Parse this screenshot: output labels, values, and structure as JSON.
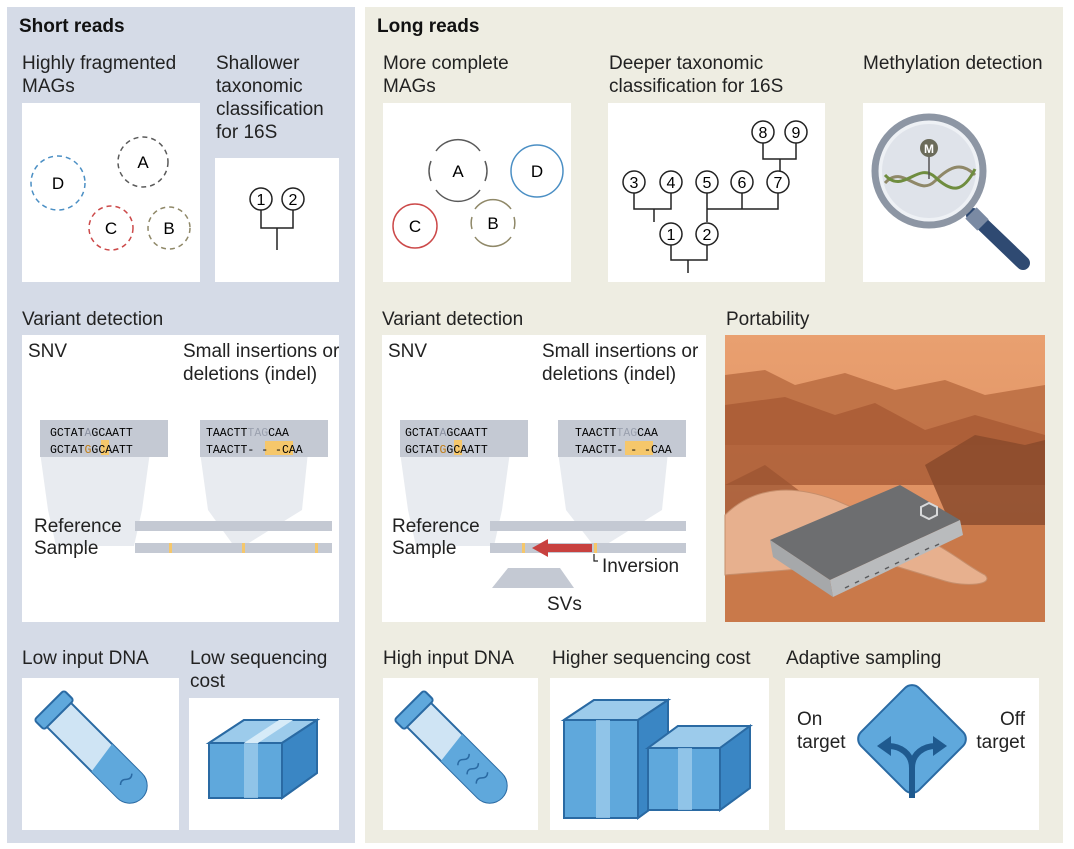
{
  "short": {
    "title": "Short reads",
    "mags_label": "Highly fragmented MAGs",
    "taxonomy_label": "Shallower taxonomic classification for 16S",
    "variant_label": "Variant detection",
    "snv_label": "SNV",
    "indel_label": "Small insertions or deletions (indel)",
    "reference_label": "Reference",
    "sample_label": "Sample",
    "low_input_label": "Low input DNA",
    "low_cost_label": "Low sequencing cost"
  },
  "long": {
    "title": "Long reads",
    "mags_label": "More complete MAGs",
    "taxonomy_label": "Deeper taxonomic classification for 16S",
    "methylation_label": "Methylation detection",
    "variant_label": "Variant detection",
    "portability_label": "Portability",
    "snv_label": "SNV",
    "indel_label": "Small insertions or deletions (indel)",
    "reference_label": "Reference",
    "sample_label": "Sample",
    "inversion_label": "Inversion",
    "svs_label": "SVs",
    "high_input_label": "High input DNA",
    "high_cost_label": "Higher sequencing cost",
    "adaptive_label": "Adaptive sampling",
    "on_target_label": "On target",
    "off_target_label": "Off target"
  },
  "mags": {
    "a": "A",
    "b": "B",
    "c": "C",
    "d": "D"
  },
  "tree_nodes": {
    "n1": "1",
    "n2": "2",
    "n3": "3",
    "n4": "4",
    "n5": "5",
    "n6": "6",
    "n7": "7",
    "n8": "8",
    "n9": "9"
  },
  "methyl_marker": "M",
  "seq": {
    "snv_ref_a": "GCTAT",
    "snv_ref_b": "A",
    "snv_ref_c": "GCAATT",
    "snv_smp_a": "GCTAT",
    "snv_smp_b": "G",
    "snv_smp_c": "GCAATT",
    "ind_ref_a": "TAACTT",
    "ind_ref_b": "TAG",
    "ind_ref_c": "CAA",
    "ind_smp_a": "TAACTT",
    "ind_smp_b": "- - -",
    "ind_smp_c": "CAA"
  },
  "colors": {
    "short_panel": "#d5dbe7",
    "long_panel": "#eeede2",
    "highlight": "#f5c76b",
    "inversion_arrow": "#c8413f",
    "mag_a": "#5a5a5a",
    "mag_b": "#8f8868",
    "mag_c": "#cc4a4a",
    "mag_d": "#4b8fc4",
    "blue_fill": "#5fa8dc",
    "blue_dark": "#2a6aa3"
  }
}
